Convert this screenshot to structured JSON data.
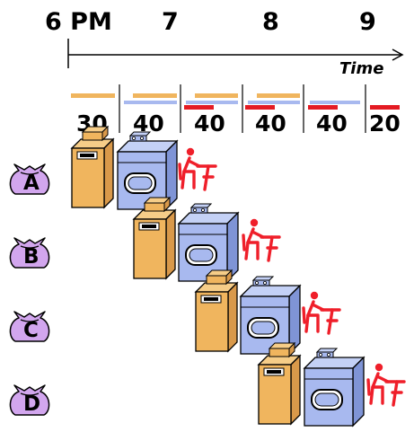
{
  "timeline": {
    "hours": [
      "6 PM",
      "7",
      "8",
      "9"
    ],
    "axis_label": "Time",
    "durations": [
      "30",
      "40",
      "40",
      "40",
      "40",
      "20"
    ]
  },
  "loads": [
    "A",
    "B",
    "C",
    "D"
  ],
  "colors": {
    "washer": "#f0b55e",
    "dryer": "#a8b9ef",
    "folder": "#ef1f2a",
    "bag": "#d2a6ee",
    "bar_wash": "#f0b55e",
    "bar_dry": "#a8b9ef",
    "bar_fold": "#e41b23"
  },
  "icons": [
    "washer-icon",
    "dryer-icon",
    "folder-person-icon",
    "laundry-bag-icon",
    "time-arrow-icon"
  ]
}
